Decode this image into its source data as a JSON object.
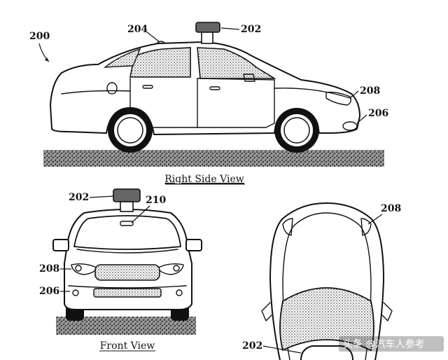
{
  "diagram": {
    "figure_ref": "200",
    "views": {
      "right_side": {
        "caption": "Right Side View",
        "refs": {
          "roof": "204",
          "sensor": "202",
          "headlight": "208",
          "bumper": "206"
        }
      },
      "front": {
        "caption": "Front View",
        "refs": {
          "sensor": "202",
          "camera": "210",
          "headlight": "208",
          "bumper": "206"
        }
      },
      "top": {
        "refs": {
          "headlight": "208",
          "sensor": "202"
        }
      }
    },
    "watermark": "头条 @汽车人参考"
  }
}
